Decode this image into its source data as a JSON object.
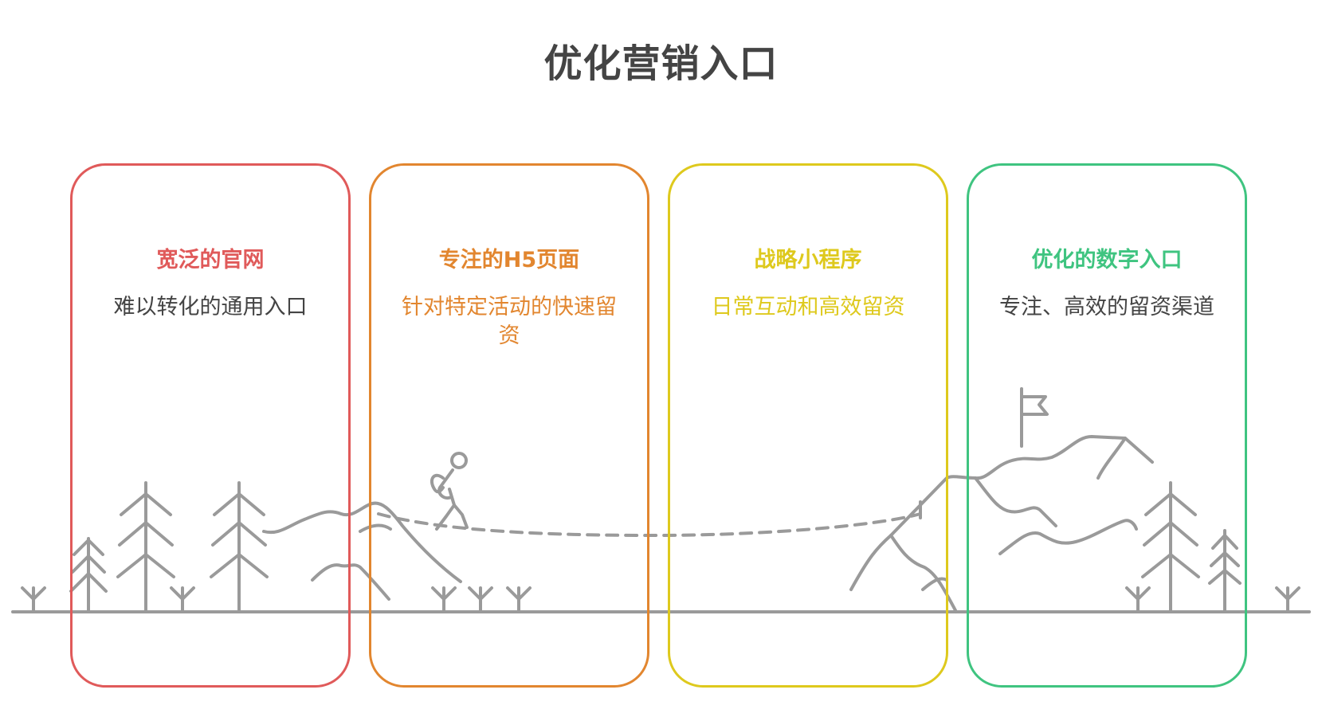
{
  "title": "优化营销入口",
  "colors": {
    "line": "#9a9a9a",
    "title": "#444444",
    "desc_default": "#444444"
  },
  "cards": [
    {
      "title": "宽泛的官网",
      "description": "难以转化的通用入口",
      "border_color": "#e05a5a",
      "title_color": "#e05a5a",
      "desc_color": "#444444"
    },
    {
      "title": "专注的H5页面",
      "description": "针对特定活动的快速留资",
      "border_color": "#e2862f",
      "title_color": "#e2862f",
      "desc_color": "#e2862f"
    },
    {
      "title": "战略小程序",
      "description": "日常互动和高效留资",
      "border_color": "#dec91d",
      "title_color": "#dec91d",
      "desc_color": "#dec91d"
    },
    {
      "title": "优化的数字入口",
      "description": "专注、高效的留资渠道",
      "border_color": "#3fc480",
      "title_color": "#3fc480",
      "desc_color": "#444444"
    }
  ],
  "illustration": {
    "icons": [
      "pine-tree-icon",
      "grass-sprout-icon",
      "hill-icon",
      "hiker-icon",
      "mountain-peak-icon",
      "summit-flag-icon",
      "dashed-path-icon"
    ]
  }
}
